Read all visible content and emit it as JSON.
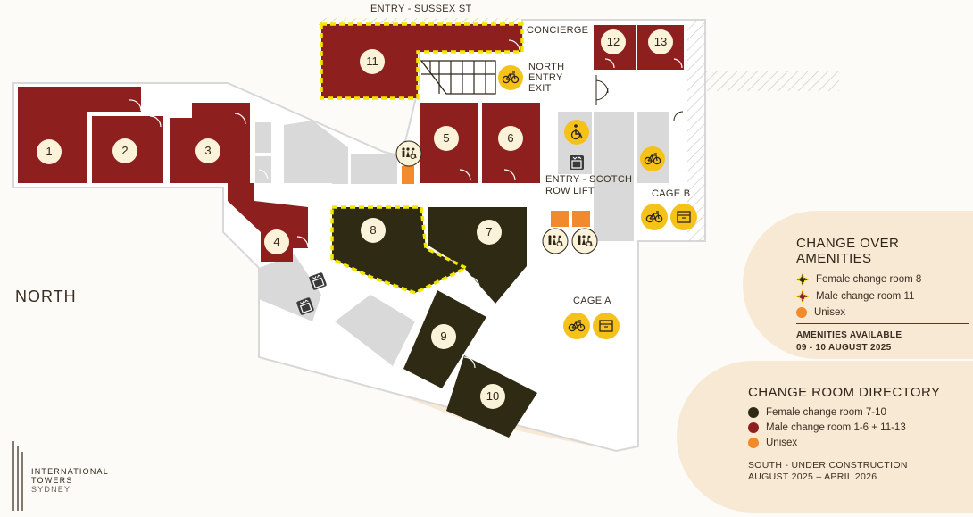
{
  "labels": {
    "entry_sussex": "ENTRY - SUSSEX ST",
    "concierge": "CONCIERGE",
    "north_entry": [
      "NORTH",
      "ENTRY",
      "EXIT"
    ],
    "entry_scotch": [
      "ENTRY - SCOTCH",
      "ROW LIFT"
    ],
    "cage_b": "CAGE B",
    "cage_a": "CAGE A",
    "north": "NORTH"
  },
  "rooms": [
    {
      "number": "1",
      "gender": "male"
    },
    {
      "number": "2",
      "gender": "male"
    },
    {
      "number": "3",
      "gender": "male"
    },
    {
      "number": "4",
      "gender": "male"
    },
    {
      "number": "5",
      "gender": "male"
    },
    {
      "number": "6",
      "gender": "male"
    },
    {
      "number": "7",
      "gender": "female"
    },
    {
      "number": "8",
      "gender": "female",
      "changeover": true
    },
    {
      "number": "9",
      "gender": "female"
    },
    {
      "number": "10",
      "gender": "female"
    },
    {
      "number": "11",
      "gender": "male",
      "changeover": true
    },
    {
      "number": "12",
      "gender": "male"
    },
    {
      "number": "13",
      "gender": "male"
    }
  ],
  "amenities_legend": {
    "title": "CHANGE OVER AMENITIES",
    "items": [
      {
        "text": "Female change room 8"
      },
      {
        "text": "Male change room 11"
      },
      {
        "text": "Unisex"
      }
    ],
    "note_line1": "AMENITIES AVAILABLE",
    "note_line2": "09 - 10 AUGUST 2025"
  },
  "directory_legend": {
    "title": "CHANGE ROOM DIRECTORY",
    "items": [
      {
        "text": "Female change room 7-10"
      },
      {
        "text": "Male change room 1-6 + 11-13"
      },
      {
        "text": "Unisex"
      }
    ],
    "note_line1": "SOUTH - UNDER CONSTRUCTION",
    "note_line2": "AUGUST 2025 – APRIL 2026"
  },
  "logo": {
    "line1": "INTERNATIONAL",
    "line2": "TOWERS",
    "line3": "SYDNEY"
  },
  "colors": {
    "male": "#8e1f1f",
    "female": "#2f2a14",
    "unisex": "#f08a2c",
    "amenity": "#f5c21a",
    "highlight": "#f5e600",
    "floor": "#ffffff",
    "corridor": "#d9d9d9",
    "south": "#f8e9d4",
    "badge": "#fbf3d9"
  },
  "icons": [
    "bike-icon",
    "accessible-icon",
    "lift-icon",
    "toilet-icon",
    "locker-icon",
    "stairs-icon"
  ]
}
